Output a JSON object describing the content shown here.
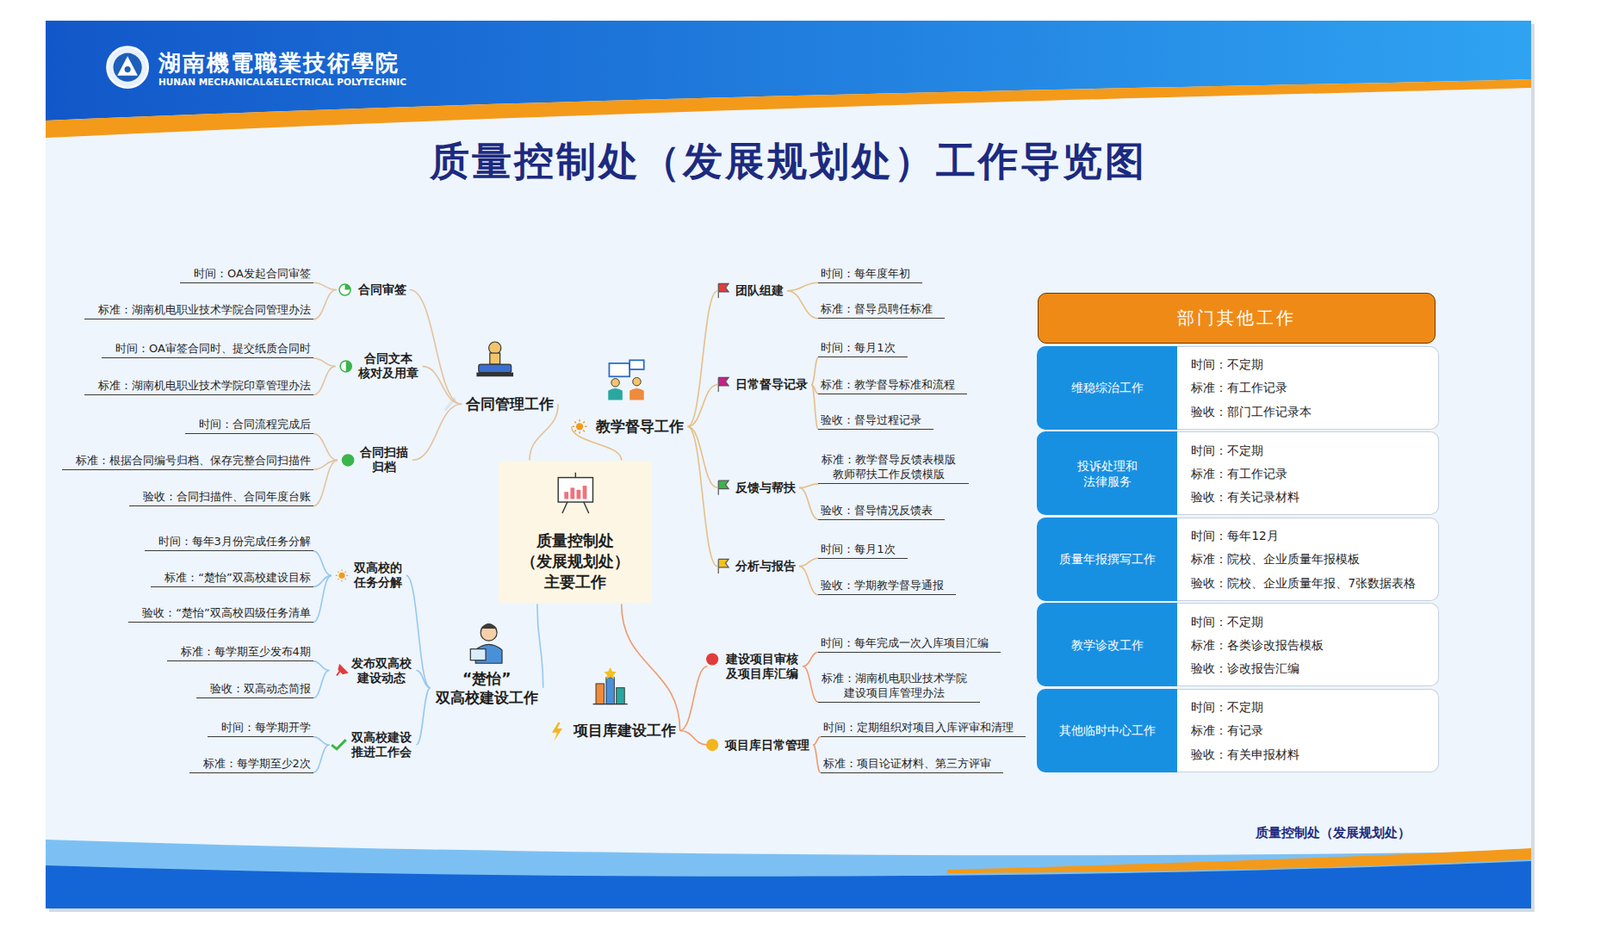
{
  "diagram": {
    "title": "质量控制处（发展规划处）工作导览图",
    "caption": "质量控制处（发展规划处）",
    "nodes": [
      {
        "text": [
          "质量控制处 （发展规划处） 主要工作"
        ]
      },
      {
        "text": [
          "合同管理工作"
        ]
      },
      {
        "text": [
          "教学督导工作"
        ]
      },
      {
        "text": [
          "“楚怡” 双高校建设工作"
        ]
      },
      {
        "text": [
          "项目库建设工作"
        ]
      },
      {
        "text": [
          "合同审签"
        ]
      },
      {
        "text": [
          "合同文本 核对及用章"
        ]
      },
      {
        "text": [
          "合同扫描 归档"
        ]
      },
      {
        "text": [
          "时间：OA发起合同审签"
        ]
      },
      {
        "text": [
          "标准：湖南机电职业技术学院合同管理办法"
        ]
      },
      {
        "text": [
          "时间：OA审签合同时、提交纸质合同时"
        ]
      },
      {
        "text": [
          "标准：湖南机电职业技术学院印章管理办法"
        ]
      },
      {
        "text": [
          "时间：合同流程完成后"
        ]
      },
      {
        "text": [
          "标准：根据合同编号归档、保存完整合同扫描件"
        ]
      },
      {
        "text": [
          "验收：合同扫描件、合同年度台账"
        ]
      },
      {
        "text": [
          "团队组建"
        ]
      },
      {
        "text": [
          "日常督导记录"
        ]
      },
      {
        "text": [
          "反馈与帮扶"
        ]
      },
      {
        "text": [
          "分析与报告"
        ]
      },
      {
        "text": [
          "时间：每年度年初"
        ]
      },
      {
        "text": [
          "标准：督导员聘任标准"
        ]
      },
      {
        "text": [
          "时间：每月1次"
        ]
      },
      {
        "text": [
          "标准：教学督导标准和流程"
        ]
      },
      {
        "text": [
          "验收：督导过程记录"
        ]
      },
      {
        "text": [
          "标准：教学督导反馈表模版 教师帮扶工作反馈模版"
        ]
      },
      {
        "text": [
          "验收：督导情况反馈表"
        ]
      },
      {
        "text": [
          "时间：每月1次"
        ]
      },
      {
        "text": [
          "验收：学期教学督导通报"
        ]
      },
      {
        "text": [
          "双高校的 任务分解"
        ]
      },
      {
        "text": [
          "发布双高校 建设动态"
        ]
      },
      {
        "text": [
          "双高校建设 推进工作会"
        ]
      },
      {
        "text": [
          "时间：每年3月份完成任务分解"
        ]
      },
      {
        "text": [
          "标准：“楚怡”双高校建设目标"
        ]
      },
      {
        "text": [
          "验收：“楚怡”双高校四级任务清单"
        ]
      },
      {
        "text": [
          "标准：每学期至少发布4期"
        ]
      },
      {
        "text": [
          "验收：双高动态简报"
        ]
      },
      {
        "text": [
          "时间：每学期开学"
        ]
      },
      {
        "text": [
          "标准：每学期至少2次"
        ]
      },
      {
        "text": [
          "建设项目审核 及项目库汇编"
        ]
      },
      {
        "text": [
          "项目库日常管理"
        ]
      },
      {
        "text": [
          "时间：每年完成一次入库项目汇编"
        ]
      },
      {
        "text": [
          "标准：湖南机电职业技术学院 建设项目库管理办法"
        ]
      },
      {
        "text": [
          "时间：定期组织对项目入库评审和清理"
        ]
      },
      {
        "text": [
          "标准：项目论证材料、第三方评审"
        ]
      },
      {
        "text": [
          "部门其他工作"
        ]
      },
      {
        "text": [
          "维稳综治工作"
        ]
      },
      {
        "text": [
          "时间：不定期",
          "标准：有工作记录",
          "验收：部门工作记录本"
        ]
      },
      {
        "text": [
          "投诉处理和 法律服务"
        ]
      },
      {
        "text": [
          "时间：不定期",
          "标准：有工作记录",
          "验收：有关记录材料"
        ]
      },
      {
        "text": [
          "质量年报撰写工作"
        ]
      },
      {
        "text": [
          "时间：每年12月",
          "标准：院校、企业质量年报模板",
          "验收：院校、企业质量年报、7张数据表格"
        ]
      },
      {
        "text": [
          "教学诊改工作"
        ]
      },
      {
        "text": [
          "时间：不定期",
          "标准：各类诊改报告模板",
          "验收：诊改报告汇编"
        ]
      },
      {
        "text": [
          "其他临时中心工作"
        ]
      },
      {
        "text": [
          "时间：不定期",
          "标准：有记录",
          "验收：有关申报材料"
        ]
      }
    ],
    "edges": [
      {
        "from": 0,
        "to": 1,
        "arrow": "none"
      },
      {
        "from": 0,
        "to": 2,
        "arrow": "none"
      },
      {
        "from": 0,
        "to": 3,
        "arrow": "none"
      },
      {
        "from": 0,
        "to": 4,
        "arrow": "none"
      },
      {
        "from": 1,
        "to": 5,
        "arrow": "none"
      },
      {
        "from": 1,
        "to": 6,
        "arrow": "none"
      },
      {
        "from": 1,
        "to": 7,
        "arrow": "none"
      },
      {
        "from": 5,
        "to": 8,
        "arrow": "none"
      },
      {
        "from": 5,
        "to": 9,
        "arrow": "none"
      },
      {
        "from": 6,
        "to": 10,
        "arrow": "none"
      },
      {
        "from": 6,
        "to": 11,
        "arrow": "none"
      },
      {
        "from": 7,
        "to": 12,
        "arrow": "none"
      },
      {
        "from": 7,
        "to": 13,
        "arrow": "none"
      },
      {
        "from": 7,
        "to": 14,
        "arrow": "none"
      },
      {
        "from": 2,
        "to": 15,
        "arrow": "none"
      },
      {
        "from": 2,
        "to": 16,
        "arrow": "none"
      },
      {
        "from": 2,
        "to": 17,
        "arrow": "none"
      },
      {
        "from": 2,
        "to": 18,
        "arrow": "none"
      },
      {
        "from": 15,
        "to": 19,
        "arrow": "none"
      },
      {
        "from": 15,
        "to": 20,
        "arrow": "none"
      },
      {
        "from": 16,
        "to": 21,
        "arrow": "none"
      },
      {
        "from": 16,
        "to": 22,
        "arrow": "none"
      },
      {
        "from": 16,
        "to": 23,
        "arrow": "none"
      },
      {
        "from": 17,
        "to": 24,
        "arrow": "none"
      },
      {
        "from": 17,
        "to": 25,
        "arrow": "none"
      },
      {
        "from": 18,
        "to": 26,
        "arrow": "none"
      },
      {
        "from": 18,
        "to": 27,
        "arrow": "none"
      },
      {
        "from": 3,
        "to": 28,
        "arrow": "none"
      },
      {
        "from": 3,
        "to": 29,
        "arrow": "none"
      },
      {
        "from": 3,
        "to": 30,
        "arrow": "none"
      },
      {
        "from": 28,
        "to": 31,
        "arrow": "none"
      },
      {
        "from": 28,
        "to": 32,
        "arrow": "none"
      },
      {
        "from": 28,
        "to": 33,
        "arrow": "none"
      },
      {
        "from": 29,
        "to": 34,
        "arrow": "none"
      },
      {
        "from": 29,
        "to": 35,
        "arrow": "none"
      },
      {
        "from": 30,
        "to": 36,
        "arrow": "none"
      },
      {
        "from": 30,
        "to": 37,
        "arrow": "none"
      },
      {
        "from": 4,
        "to": 38,
        "arrow": "none"
      },
      {
        "from": 4,
        "to": 39,
        "arrow": "none"
      },
      {
        "from": 38,
        "to": 40,
        "arrow": "none"
      },
      {
        "from": 38,
        "to": 41,
        "arrow": "none"
      },
      {
        "from": 39,
        "to": 42,
        "arrow": "none"
      },
      {
        "from": 39,
        "to": 43,
        "arrow": "none"
      }
    ],
    "labels": [
      "湖南機電職業技術學院",
      "HUNAN MECHANICAL&ELECTRICAL POLYTECHNIC"
    ]
  }
}
